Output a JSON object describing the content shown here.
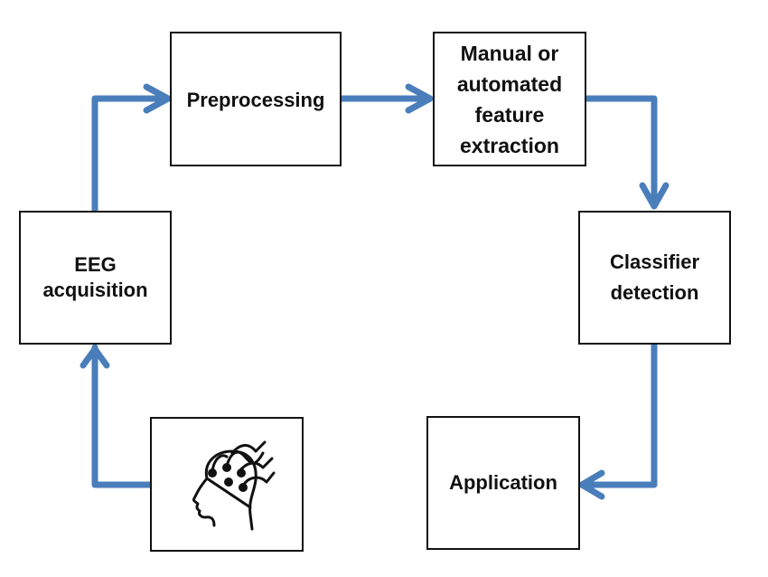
{
  "diagram": {
    "nodes": [
      {
        "id": "eeg-acquisition",
        "label": "EEG\nacquisition"
      },
      {
        "id": "preprocessing",
        "label": "Preprocessing"
      },
      {
        "id": "feature-extraction",
        "label": "Manual or\nautomated\nfeature\nextraction"
      },
      {
        "id": "classifier-detection",
        "label": "Classifier\ndetection"
      },
      {
        "id": "application",
        "label": "Application"
      },
      {
        "id": "head-electrodes",
        "label": "",
        "icon": "head-with-eeg-electrodes-icon"
      }
    ],
    "edges": [
      {
        "from": "head-electrodes",
        "to": "eeg-acquisition"
      },
      {
        "from": "eeg-acquisition",
        "to": "preprocessing"
      },
      {
        "from": "preprocessing",
        "to": "feature-extraction"
      },
      {
        "from": "feature-extraction",
        "to": "classifier-detection"
      },
      {
        "from": "classifier-detection",
        "to": "application"
      }
    ],
    "arrow_color": "#4a7ebb",
    "box_border_color": "#111111"
  }
}
